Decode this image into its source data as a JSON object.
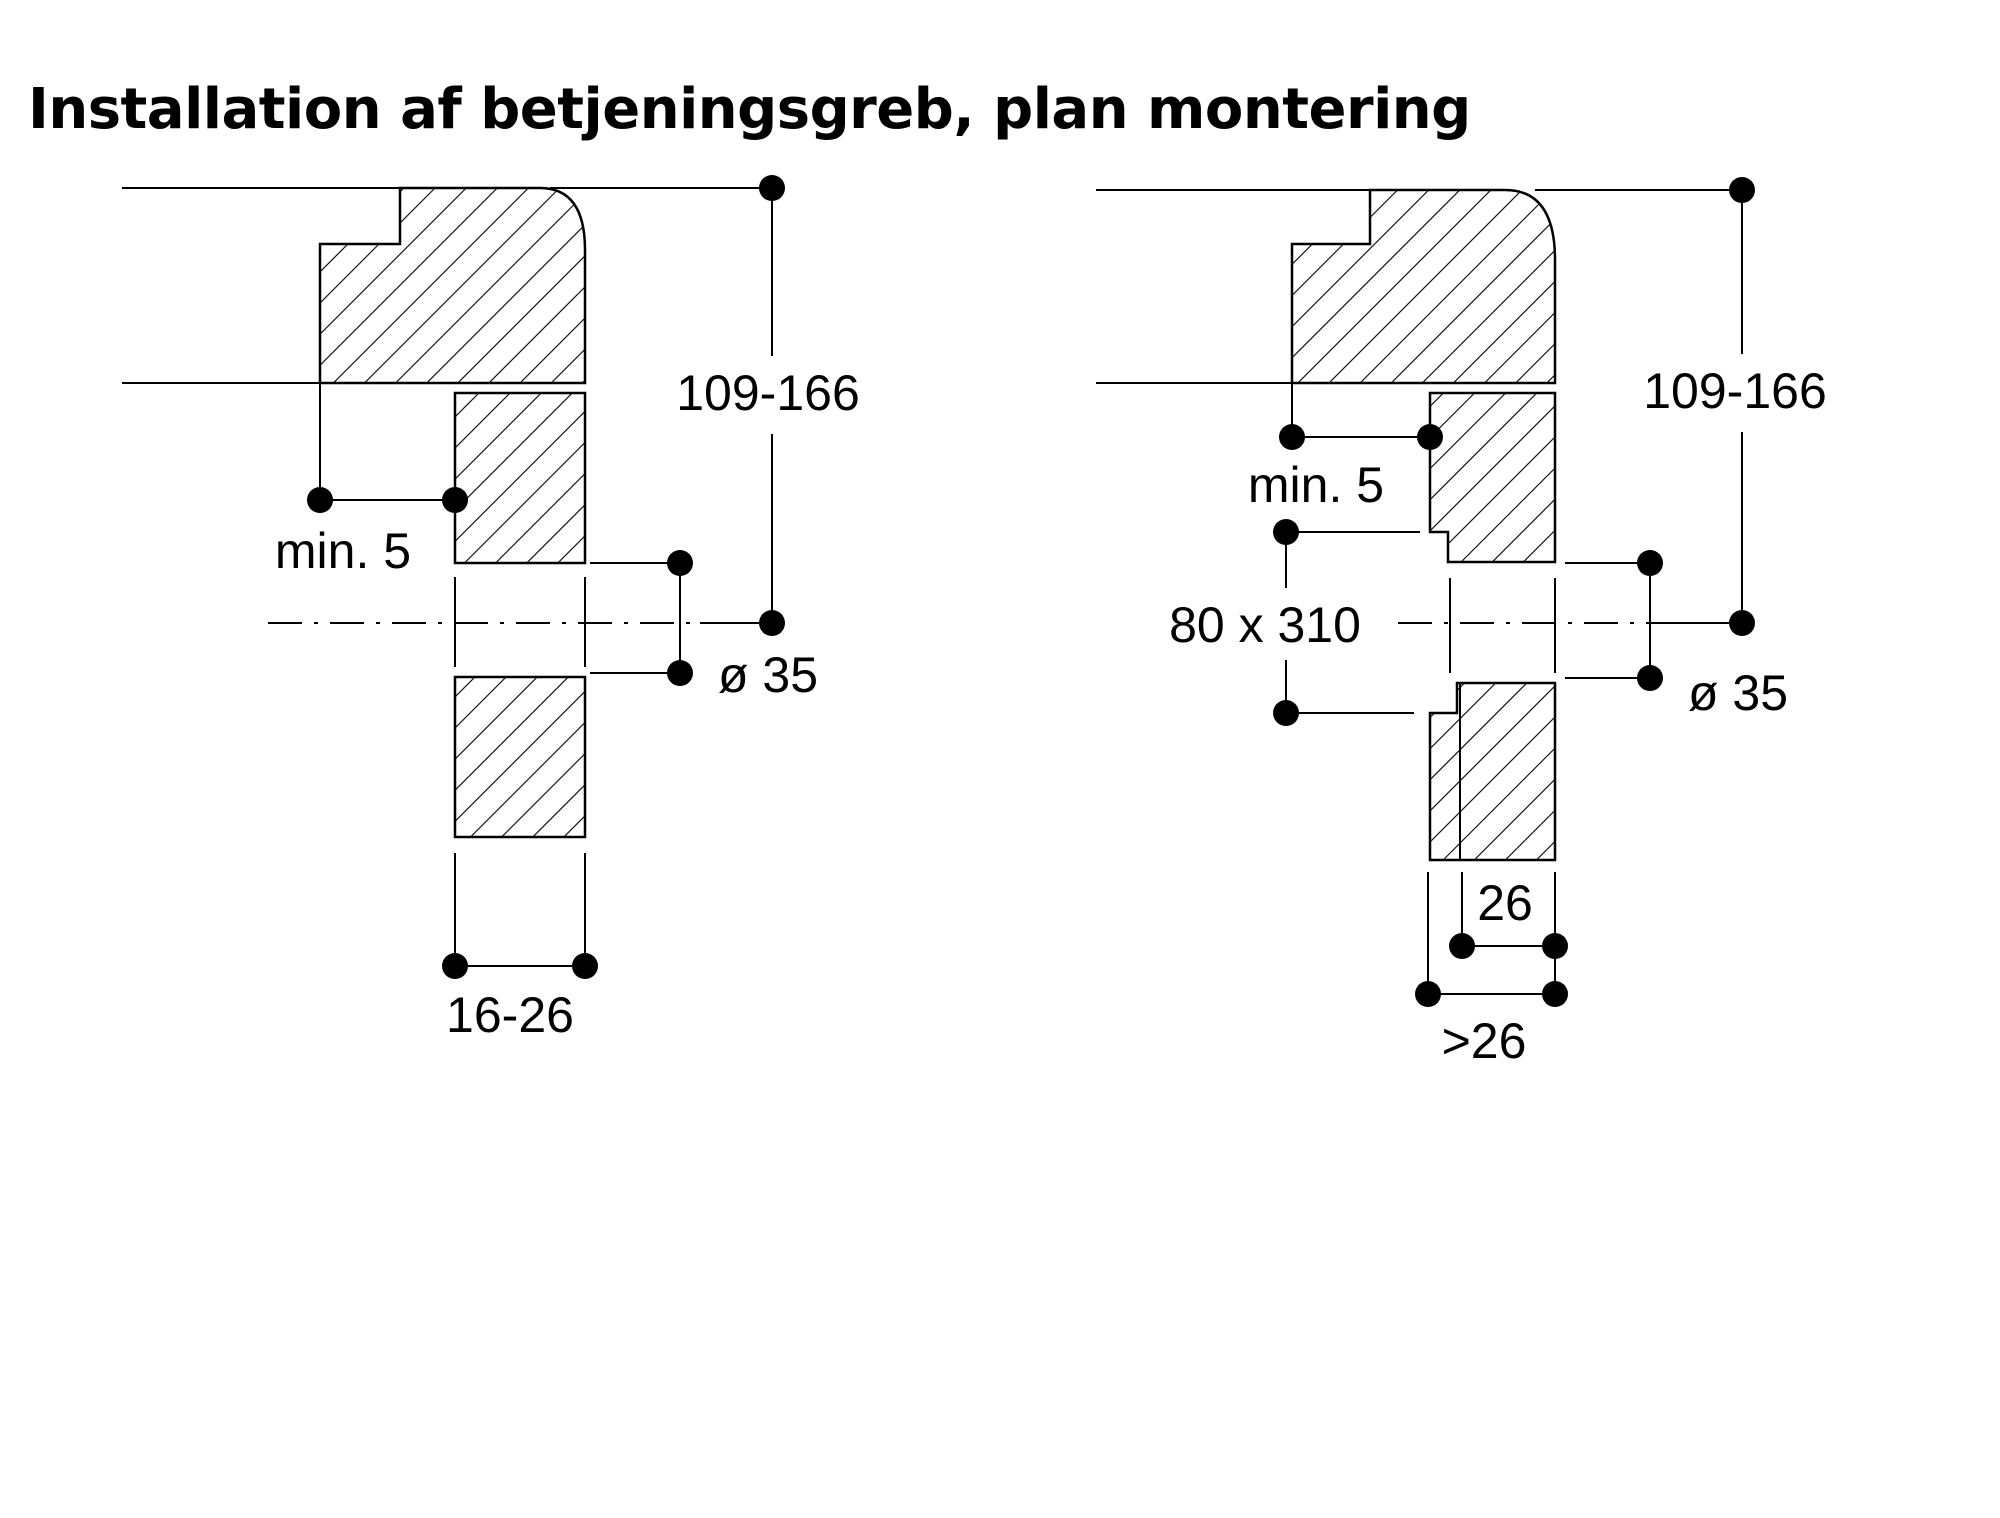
{
  "title": "Installation af betjeningsgreb, plan montering",
  "left_diagram": {
    "labels": {
      "height_range": "109-166",
      "min_gap": "min. 5",
      "hole_diameter": "ø 35",
      "thickness_range": "16-26"
    }
  },
  "right_diagram": {
    "labels": {
      "height_range": "109-166",
      "min_gap": "min. 5",
      "cutout_size": "80 x 310",
      "hole_diameter": "ø 35",
      "thickness": "26",
      "min_thickness": ">26"
    }
  },
  "colors": {
    "line": "#000000",
    "background": "#ffffff"
  }
}
